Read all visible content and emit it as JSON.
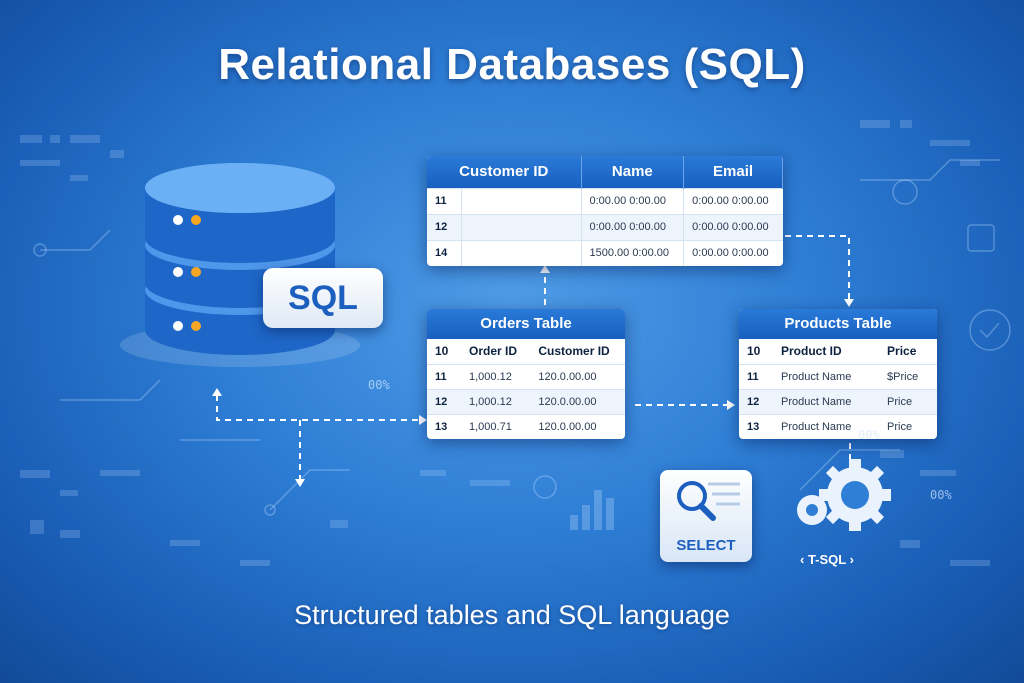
{
  "title": "Relational Databases (SQL)",
  "subtitle": "Structured tables and SQL language",
  "sql_badge": "SQL",
  "select_label": "SELECT",
  "tsql_label": "‹ T-SQL ›",
  "percent_label": "00%",
  "customers_table": {
    "headers": [
      "Customer ID",
      "Name",
      "Email"
    ],
    "rows": [
      [
        "11",
        "",
        "0:00.00 0:00.00",
        "0:00.00 0:00.00"
      ],
      [
        "12",
        "",
        "0:00.00 0:00.00",
        "0:00.00 0:00.00"
      ],
      [
        "14",
        "",
        "1500.00 0:00.00",
        "0:00.00 0:00.00"
      ]
    ]
  },
  "orders_table": {
    "title": "Orders Table",
    "headers": [
      "10",
      "Order ID",
      "Customer ID"
    ],
    "rows": [
      [
        "11",
        "1,000.12",
        "120.0.00.00"
      ],
      [
        "12",
        "1,000.12",
        "120.0.00.00"
      ],
      [
        "13",
        "1,000.71",
        "120.0.00.00"
      ]
    ]
  },
  "products_table": {
    "title": "Products Table",
    "headers": [
      "10",
      "Product ID",
      "Price"
    ],
    "rows": [
      [
        "11",
        "Product Name",
        "$Price"
      ],
      [
        "12",
        "Product Name",
        "Price"
      ],
      [
        "13",
        "Product Name",
        "Price"
      ]
    ]
  },
  "colors": {
    "header_blue": "#1760c0",
    "accent_blue": "#1d5fbe",
    "dot_orange": "#f5a623"
  }
}
